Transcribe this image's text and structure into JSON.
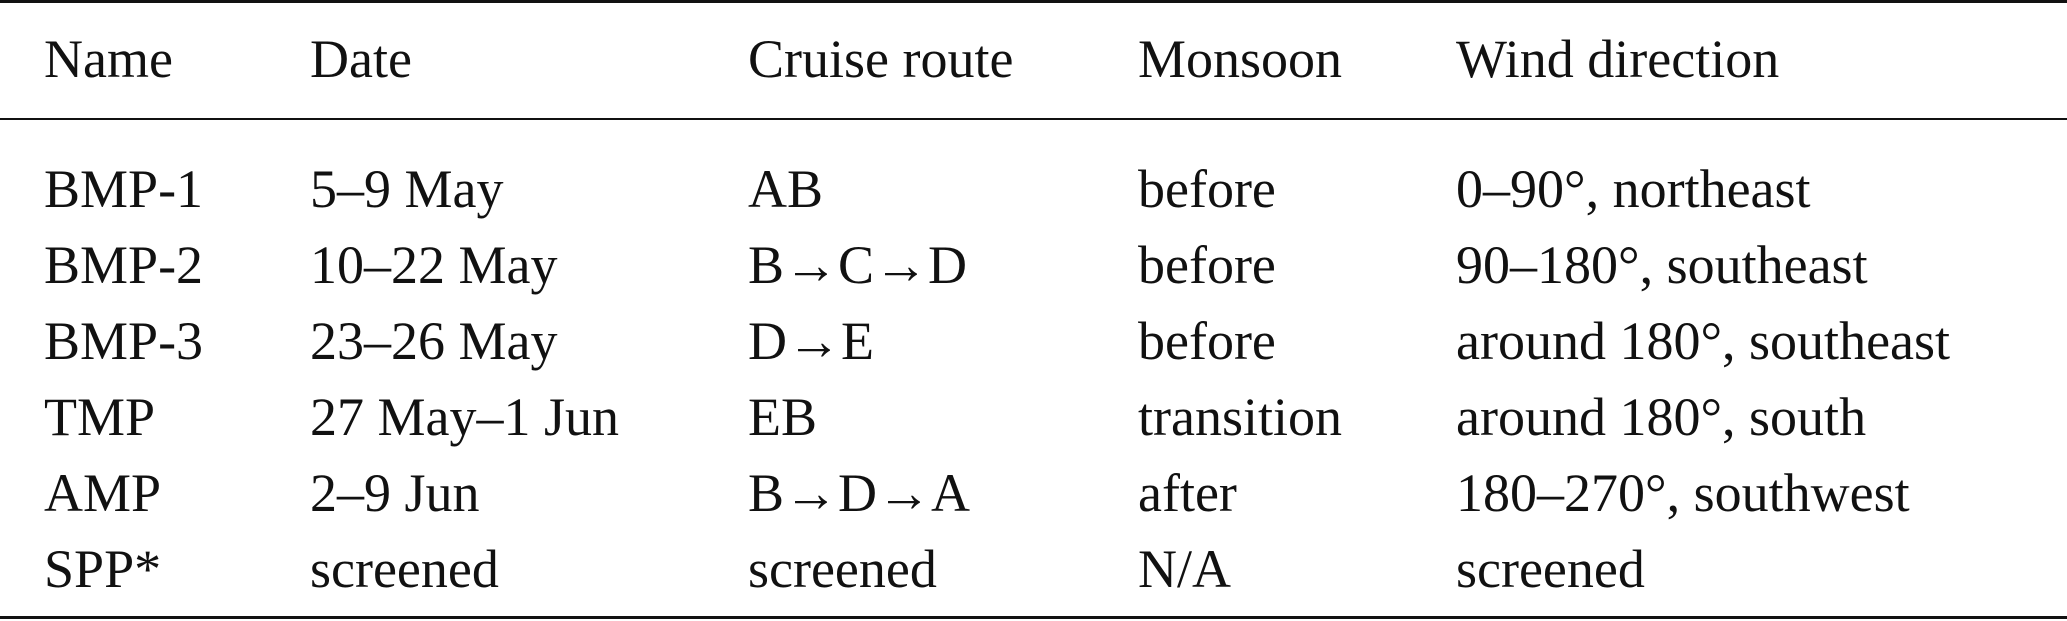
{
  "table": {
    "headers": [
      "Name",
      "Date",
      "Cruise route",
      "Monsoon",
      "Wind direction"
    ],
    "rows": [
      [
        "BMP-1",
        "5–9 May",
        "AB",
        "before",
        "0–90°, northeast"
      ],
      [
        "BMP-2",
        "10–22 May",
        "B→C→D",
        "before",
        "90–180°, southeast"
      ],
      [
        "BMP-3",
        "23–26 May",
        "D→E",
        "before",
        "around 180°, southeast"
      ],
      [
        "TMP",
        "27 May–1 Jun",
        "EB",
        "transition",
        "around 180°, south"
      ],
      [
        "AMP",
        "2–9 Jun",
        "B→D→A",
        "after",
        "180–270°, southwest"
      ],
      [
        "SPP*",
        "screened",
        "screened",
        "N/A",
        "screened"
      ]
    ]
  }
}
